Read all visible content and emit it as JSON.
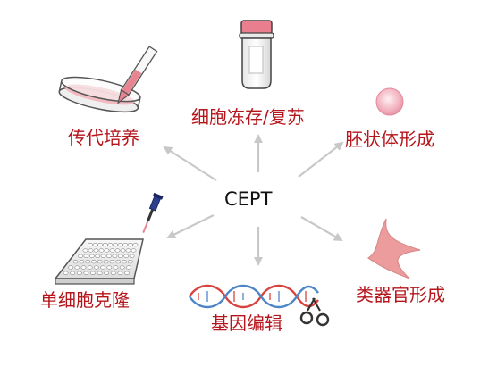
{
  "center": {
    "label": "CEPT"
  },
  "nodes": {
    "passage": {
      "label": "传代培养",
      "icon": "petri-dish-pipette-icon"
    },
    "cryo": {
      "label": "细胞冻存/复苏",
      "icon": "cryovial-icon"
    },
    "embryoid": {
      "label": "胚状体形成",
      "icon": "embryoid-body-sphere-icon"
    },
    "cloning": {
      "label": "单细胞克隆",
      "icon": "well-plate-pipette-icon"
    },
    "editing": {
      "label": "基因编辑",
      "icon": "dna-scissors-icon"
    },
    "organoid": {
      "label": "类器官形成",
      "icon": "organoid-star-icon"
    }
  },
  "colors": {
    "label_red": "#b5161c",
    "center_text": "#111111",
    "arrow_gray": "#c8c8c8",
    "pink_fill": "#e8848f",
    "organoid_fill": "#ec9c9c",
    "dna_red": "#d9433f",
    "dna_blue": "#4d86c6"
  }
}
